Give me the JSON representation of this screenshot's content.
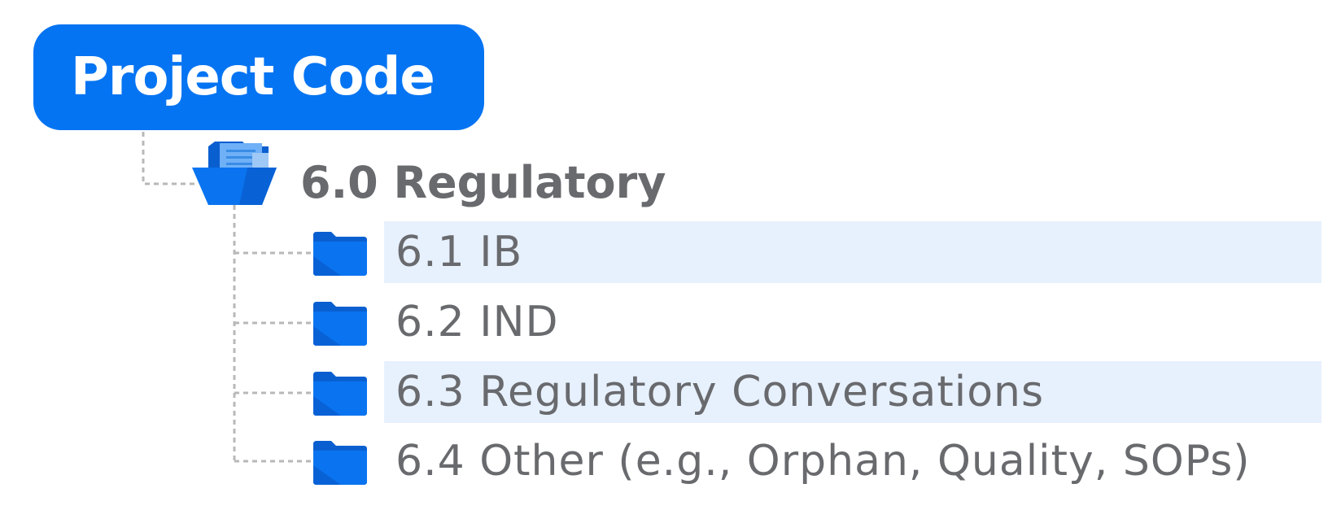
{
  "root": {
    "label": "Project Code",
    "color": "#0574f2"
  },
  "section": {
    "label": "6.0 Regulatory",
    "icon": "open-folder-icon"
  },
  "items": [
    {
      "label": "6.1 IB",
      "highlighted": true,
      "icon": "folder-icon"
    },
    {
      "label": "6.2 IND",
      "highlighted": false,
      "icon": "folder-icon"
    },
    {
      "label": "6.3 Regulatory Conversations",
      "highlighted": true,
      "icon": "folder-icon"
    },
    {
      "label": "6.4 Other (e.g., Orphan, Quality, SOPs)",
      "highlighted": false,
      "icon": "folder-icon"
    }
  ],
  "colors": {
    "folder_blue": "#0a6ee6",
    "text_gray": "#696a6e",
    "highlight": "#e7f1fd",
    "connector": "#b8b8b8"
  }
}
